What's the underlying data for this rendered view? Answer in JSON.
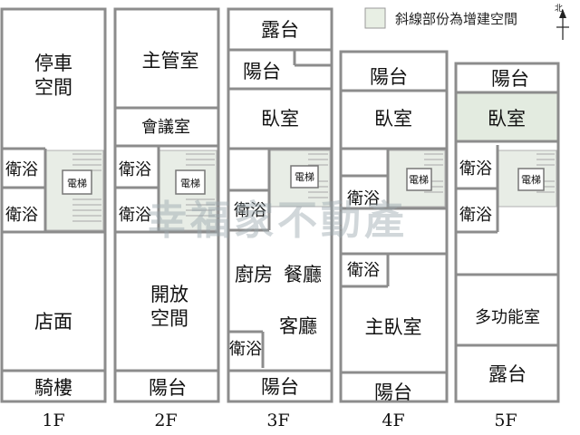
{
  "legend": {
    "text": "斜線部份為增建空間"
  },
  "compass": {
    "label": "北"
  },
  "watermark": "幸福家不動產",
  "floors": {
    "f1": {
      "label": "1F",
      "rooms": {
        "parking": "停車\n空間",
        "bath_a": "衛浴",
        "bath_b": "衛浴",
        "elevator": "電梯",
        "shop": "店面",
        "arcade": "騎樓"
      }
    },
    "f2": {
      "label": "2F",
      "rooms": {
        "supervisor": "主管室",
        "meeting": "會議室",
        "bath_a": "衛浴",
        "bath_b": "衛浴",
        "elevator": "電梯",
        "open_space": "開放\n空間",
        "balcony": "陽台"
      }
    },
    "f3": {
      "label": "3F",
      "rooms": {
        "terrace": "露台",
        "balcony_top": "陽台",
        "bedroom": "臥室",
        "elevator": "電梯",
        "bath_a": "衛浴",
        "kitchen": "廚房",
        "dining": "餐廳",
        "living": "客廳",
        "bath_b": "衛浴",
        "balcony_bottom": "陽台"
      }
    },
    "f4": {
      "label": "4F",
      "rooms": {
        "balcony_top": "陽台",
        "bedroom": "臥室",
        "elevator": "電梯",
        "bath_a": "衛浴",
        "bath_b": "衛浴",
        "master_bedroom": "主臥室",
        "balcony_bottom": "陽台"
      }
    },
    "f5": {
      "label": "5F",
      "rooms": {
        "balcony": "陽台",
        "bedroom": "臥室",
        "bath_a": "衛浴",
        "bath_b": "衛浴",
        "elevator": "電梯",
        "multi_room": "多功能室",
        "terrace": "露台"
      }
    }
  }
}
